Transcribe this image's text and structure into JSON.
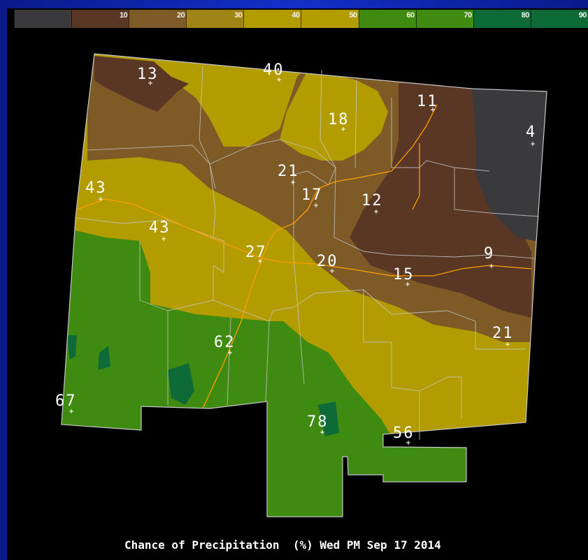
{
  "legend": {
    "segments": [
      {
        "label": "",
        "color": "#3a3a3c"
      },
      {
        "label": "10",
        "color": "#5a3624"
      },
      {
        "label": "20",
        "color": "#7d5a26"
      },
      {
        "label": "30",
        "color": "#a08416"
      },
      {
        "label": "40",
        "color": "#b39c00"
      },
      {
        "label": "50",
        "color": "#b39c00"
      },
      {
        "label": "60",
        "color": "#3f8a10"
      },
      {
        "label": "70",
        "color": "#3f8a10"
      },
      {
        "label": "80",
        "color": "#0e6a36"
      },
      {
        "label": "90",
        "color": "#0e6a36"
      }
    ]
  },
  "colors": {
    "dark_gray": "#3a3a3c",
    "dark_brown": "#5a3624",
    "brown": "#7d5a26",
    "olive": "#b39c00",
    "green": "#3f8a10",
    "dark_green": "#0e6a36",
    "highway": "#ff9d00",
    "border": "#c8c8c8"
  },
  "stations": [
    {
      "value": "13",
      "name": "station-13"
    },
    {
      "value": "40",
      "name": "station-40"
    },
    {
      "value": "11",
      "name": "station-11"
    },
    {
      "value": "18",
      "name": "station-18"
    },
    {
      "value": "4",
      "name": "station-4"
    },
    {
      "value": "21",
      "name": "station-21-north"
    },
    {
      "value": "43",
      "name": "station-43-west"
    },
    {
      "value": "17",
      "name": "station-17"
    },
    {
      "value": "12",
      "name": "station-12"
    },
    {
      "value": "43",
      "name": "station-43"
    },
    {
      "value": "27",
      "name": "station-27"
    },
    {
      "value": "20",
      "name": "station-20"
    },
    {
      "value": "9",
      "name": "station-9"
    },
    {
      "value": "15",
      "name": "station-15"
    },
    {
      "value": "21",
      "name": "station-21-east"
    },
    {
      "value": "62",
      "name": "station-62"
    },
    {
      "value": "67",
      "name": "station-67"
    },
    {
      "value": "78",
      "name": "station-78"
    },
    {
      "value": "56",
      "name": "station-56"
    }
  ],
  "caption": "Chance of Precipitation  (%) Wed PM Sep 17 2014"
}
